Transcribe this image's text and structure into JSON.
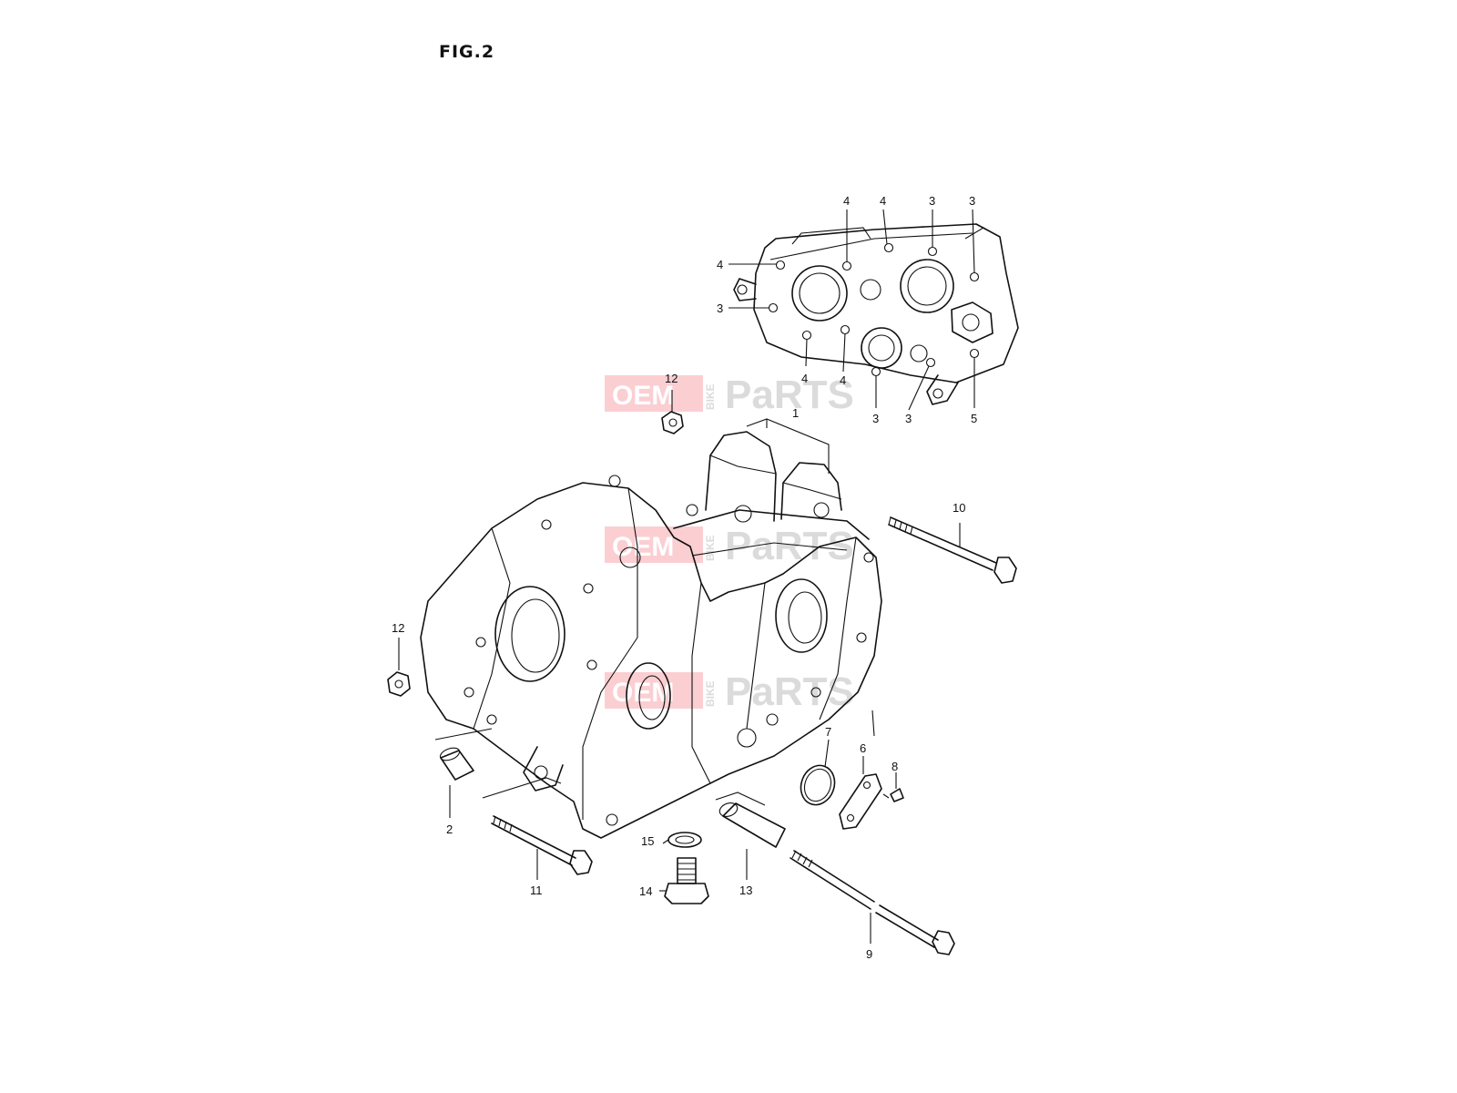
{
  "figure": {
    "title": "FIG.2"
  },
  "watermark": {
    "brand_left": "OEM",
    "brand_mid": "BIKE",
    "brand_right": "PaRTS",
    "accent": "#ef4f5e"
  },
  "callouts": [
    {
      "id": "c-1",
      "label": "1"
    },
    {
      "id": "c-2",
      "label": "2"
    },
    {
      "id": "c-3a",
      "label": "3"
    },
    {
      "id": "c-3b",
      "label": "3"
    },
    {
      "id": "c-3c",
      "label": "3"
    },
    {
      "id": "c-3d",
      "label": "3"
    },
    {
      "id": "c-3e",
      "label": "3"
    },
    {
      "id": "c-4a",
      "label": "4"
    },
    {
      "id": "c-4b",
      "label": "4"
    },
    {
      "id": "c-4c",
      "label": "4"
    },
    {
      "id": "c-4d",
      "label": "4"
    },
    {
      "id": "c-4e",
      "label": "4"
    },
    {
      "id": "c-5",
      "label": "5"
    },
    {
      "id": "c-6",
      "label": "6"
    },
    {
      "id": "c-7",
      "label": "7"
    },
    {
      "id": "c-8",
      "label": "8"
    },
    {
      "id": "c-9",
      "label": "9"
    },
    {
      "id": "c-10",
      "label": "10"
    },
    {
      "id": "c-11",
      "label": "11"
    },
    {
      "id": "c-12a",
      "label": "12"
    },
    {
      "id": "c-12b",
      "label": "12"
    },
    {
      "id": "c-13",
      "label": "13"
    },
    {
      "id": "c-14",
      "label": "14"
    },
    {
      "id": "c-15",
      "label": "15"
    }
  ]
}
